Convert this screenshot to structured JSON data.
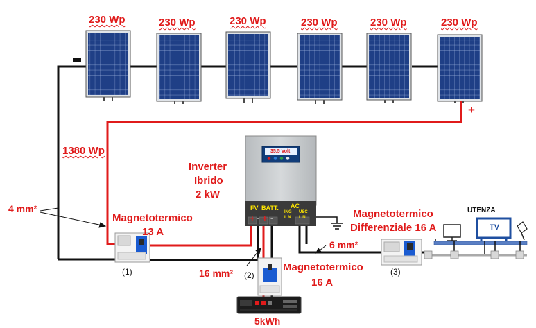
{
  "panels": {
    "rating": "230 Wp",
    "count": 6,
    "negative_sign": "-",
    "positive_sign": "+"
  },
  "string": {
    "power_label": "1380 Wp",
    "cable_label": "4 mm²"
  },
  "inverter": {
    "title_line1": "Inverter",
    "title_line2": "Ibrido",
    "title_line3": "2 kW",
    "display_text": "35.5 Volt",
    "terminal_fv": "FV",
    "terminal_batt": "BATT.",
    "terminal_ac": "AC",
    "terminal_ing": "ING",
    "terminal_usc": "USC",
    "terminal_ln_in": "L  N",
    "terminal_ln_out": "L  N",
    "plus": "+",
    "minus": "-"
  },
  "breakers": {
    "b1_title": "Magnetotermico",
    "b1_rating": "13 A",
    "b1_tag": "(1)",
    "b2_title": "Magnetotermico",
    "b2_rating": "16 A",
    "b2_tag": "(2)",
    "b2_cable": "16 mm²",
    "b3_title_line1": "Magnetotermico",
    "b3_title_line2": "Differenziale 16 A",
    "b3_tag": "(3)",
    "b3_cable": "6 mm²"
  },
  "battery": {
    "capacity": "5kWh"
  },
  "load": {
    "title": "UTENZA",
    "tv_label": "TV"
  },
  "colors": {
    "wire_dc_positive": "#e01b1b",
    "wire_negative": "#111111",
    "panel_blue": "#1f3f86",
    "inverter_body": "#c9ccce",
    "terminal_block": "#3a3a3a",
    "label_red": "#e01b1b",
    "conduit_blue": "#5a7fc4"
  }
}
